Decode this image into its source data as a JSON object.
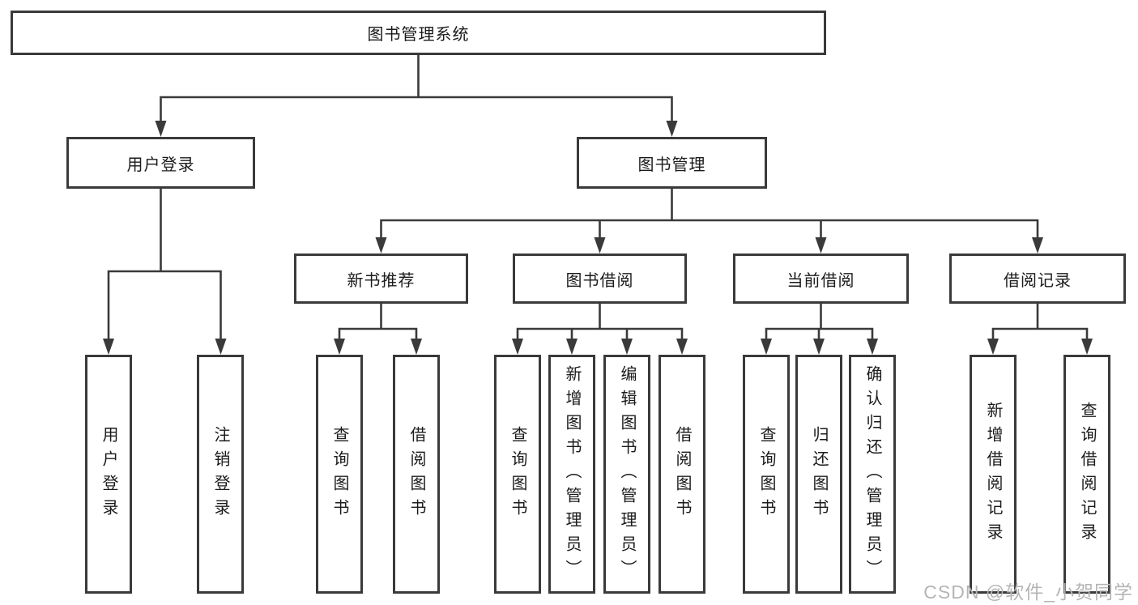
{
  "diagram_type": "tree",
  "tree": {
    "root": {
      "label": "图书管理系统",
      "children": [
        {
          "label": "用户登录",
          "children": [
            {
              "label": "用户登录"
            },
            {
              "label": "注销登录"
            }
          ]
        },
        {
          "label": "图书管理",
          "children": [
            {
              "label": "新书推荐",
              "children": [
                {
                  "label": "查询图书"
                },
                {
                  "label": "借阅图书"
                }
              ]
            },
            {
              "label": "图书借阅",
              "children": [
                {
                  "label": "查询图书"
                },
                {
                  "label": "新增图书（管理员）"
                },
                {
                  "label": "编辑图书（管理员）"
                },
                {
                  "label": "借阅图书"
                }
              ]
            },
            {
              "label": "当前借阅",
              "children": [
                {
                  "label": "查询图书"
                },
                {
                  "label": "归还图书"
                },
                {
                  "label": "确认归还（管理员）"
                }
              ]
            },
            {
              "label": "借阅记录",
              "children": [
                {
                  "label": "新增借阅记录"
                },
                {
                  "label": "查询借阅记录"
                }
              ]
            }
          ]
        }
      ]
    }
  },
  "watermark": {
    "text": "CSDN @软件_小贺同学"
  },
  "colors": {
    "line": "#3a3a3a",
    "box_border": "#3a3a3a",
    "text": "#1b1b1b",
    "watermark": "#b5b5b5",
    "background": "#ffffff"
  }
}
